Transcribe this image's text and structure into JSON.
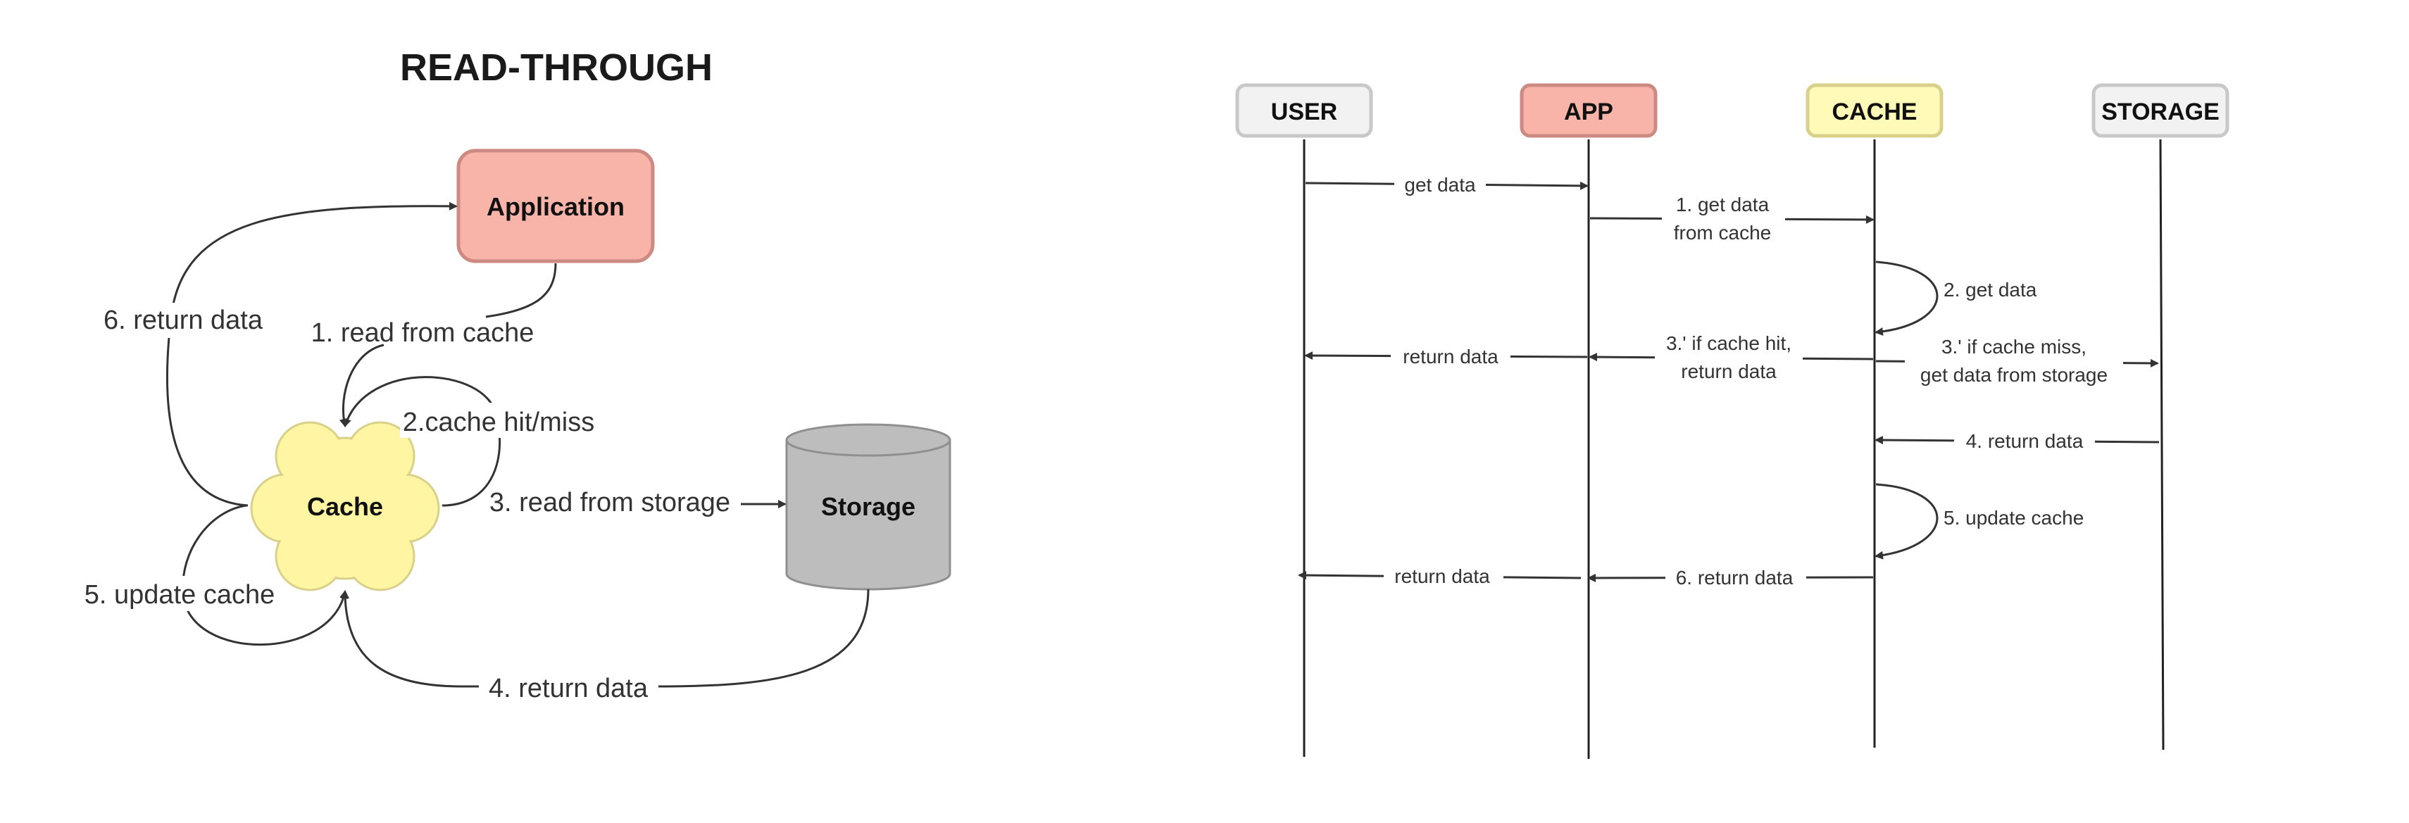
{
  "diagram": {
    "title": "READ-THROUGH",
    "nodes": {
      "application": "Application",
      "cache": "Cache",
      "storage": "Storage"
    },
    "edges": {
      "read_from_cache": "1. read from cache",
      "cache_hit_miss": "2.cache hit/miss",
      "read_from_storage": "3. read from storage",
      "return_data_storage": "4. return data",
      "update_cache": "5. update cache",
      "return_data_app": "6. return data"
    },
    "colors": {
      "application": "#f8b4a8",
      "cache": "#fff5a3",
      "storage": "#bdbdbd"
    }
  },
  "sequence": {
    "participants": {
      "user": "USER",
      "app": "APP",
      "cache": "CACHE",
      "storage": "STORAGE"
    },
    "messages": {
      "m1": "get data",
      "m2_line1": "1. get data",
      "m2_line2": "from cache",
      "m3": "2. get data",
      "m4": "return data",
      "m5_line1": "3.' if cache hit,",
      "m5_line2": "return data",
      "m6_line1": "3.' if cache miss,",
      "m6_line2": "get data from storage",
      "m7": "4. return data",
      "m8": "5. update cache",
      "m9": "return data",
      "m10": "6. return data"
    },
    "colors": {
      "user": "#f2f2f2",
      "app": "#f8b4a8",
      "cache": "#fffab8",
      "storage": "#f2f2f2"
    }
  }
}
